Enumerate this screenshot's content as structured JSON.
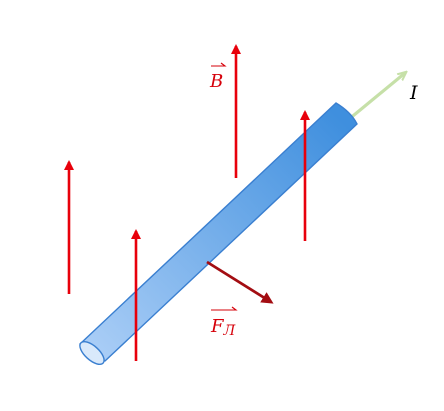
{
  "labels": {
    "magnetic_field": "B",
    "current": "I",
    "force": "F",
    "force_subscript": "Л"
  },
  "colors": {
    "field_arrow": "#e8000b",
    "force_arrow": "#a30d12",
    "current_arrow": "#c6e0a8",
    "conductor_light": "#a9cdf6",
    "conductor_dark": "#3f8fde",
    "conductor_edge": "#3a7fd0",
    "label_red": "#d6000a",
    "label_dark": "#000000"
  },
  "icons": {
    "vector_marker": "right-harpoon"
  }
}
